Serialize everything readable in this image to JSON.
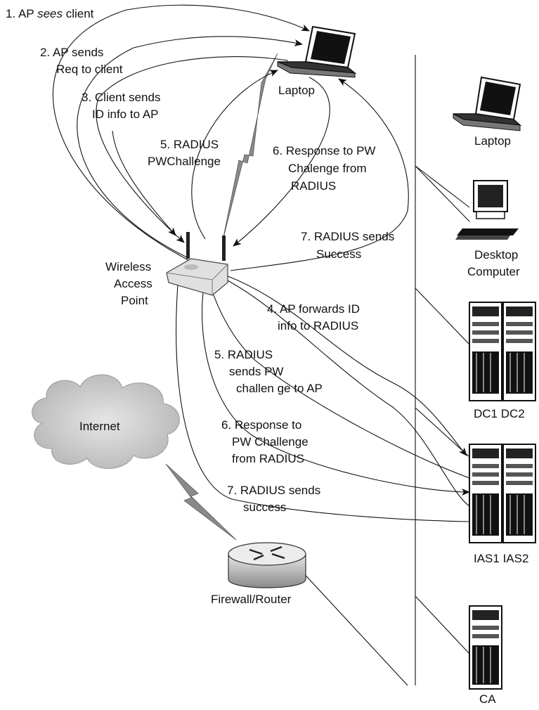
{
  "flow_labels": {
    "s1_prefix": "1. AP ",
    "s1_sees": "sees",
    "s1_suffix": " client",
    "s2_line1": "2. AP sends",
    "s2_line2": "Req to client",
    "s3_line1": "3. Client sends",
    "s3_line2": "ID info to AP",
    "s5a_line1": "5. RADIUS",
    "s5a_line2": "PWChallenge",
    "s6a_line1": "6. Response to PW",
    "s6a_line2": "Chalenge from",
    "s6a_line3": "RADIUS",
    "s7a_line1": "7. RADIUS sends",
    "s7a_line2": "Success",
    "s4_line1": "4. AP forwards ID",
    "s4_line2": "info to RADIUS",
    "s5b_line1": "5. RADIUS",
    "s5b_line2": "sends PW",
    "s5b_line3": "challen ge to AP",
    "s6b_line1": "6. Response to",
    "s6b_line2": "PW Challenge",
    "s6b_line3": "from RADIUS",
    "s7b_line1": "7. RADIUS sends",
    "s7b_line2": "success"
  },
  "devices": {
    "laptop_client": "Laptop",
    "ap_line1": "Wireless",
    "ap_line2": "Access",
    "ap_line3": "Point",
    "laptop_wired": "Laptop",
    "desktop_line1": "Desktop",
    "desktop_line2": "Computer",
    "dc_label": "DC1  DC2",
    "ias_label": "IAS1 IAS2",
    "ca_label": "CA",
    "internet": "Internet",
    "firewall": "Firewall/Router"
  }
}
